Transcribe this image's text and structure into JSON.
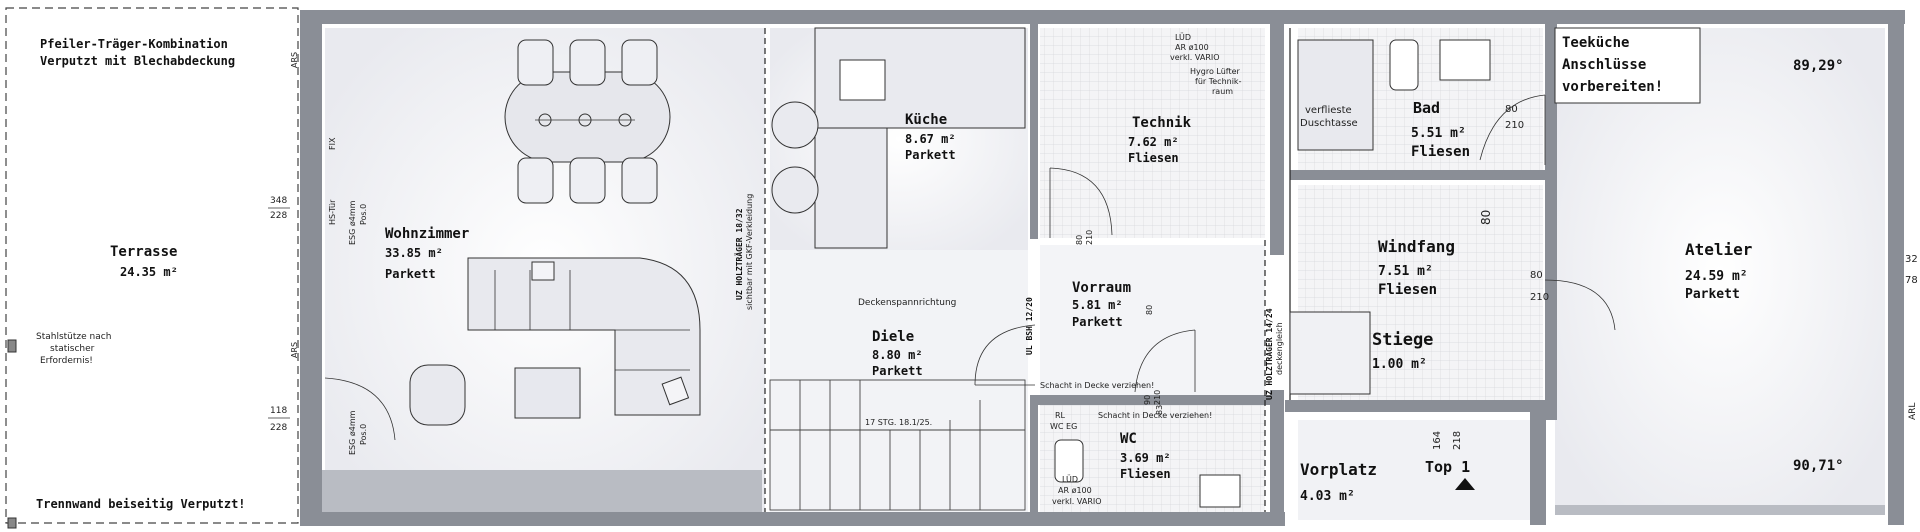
{
  "rooms": {
    "terrasse": {
      "name": "Terrasse",
      "area": "24.35 m²"
    },
    "wohnzimmer": {
      "name": "Wohnzimmer",
      "area": "33.85 m²",
      "floor": "Parkett"
    },
    "kueche": {
      "name": "Küche",
      "area": "8.67 m²",
      "floor": "Parkett"
    },
    "technik": {
      "name": "Technik",
      "area": "7.62 m²",
      "floor": "Fliesen"
    },
    "bad": {
      "name": "Bad",
      "area": "5.51 m²",
      "floor": "Fliesen"
    },
    "windfang": {
      "name": "Windfang",
      "area": "7.51 m²",
      "floor": "Fliesen"
    },
    "atelier": {
      "name": "Atelier",
      "area": "24.59 m²",
      "floor": "Parkett"
    },
    "vorraum": {
      "name": "Vorraum",
      "area": "5.81 m²",
      "floor": "Parkett"
    },
    "diele": {
      "name": "Diele",
      "area": "8.80 m²",
      "floor": "Parkett"
    },
    "stiege": {
      "name": "Stiege",
      "area": "1.00 m²"
    },
    "wc": {
      "name": "WC",
      "area": "3.69 m²",
      "floor": "Fliesen"
    },
    "vorplatz": {
      "name": "Vorplatz",
      "area": "4.03 m²"
    }
  },
  "notes": {
    "pfeiler_1": "Pfeiler-Träger-Kombination",
    "pfeiler_2": "Verputzt mit Blechabdeckung",
    "stahl_1": "Stahlstütze nach",
    "stahl_2": "statischer",
    "stahl_3": "Erfordernis!",
    "trennwand": "Trennwand beiseitig Verputzt!",
    "teekueche_1": "Teeküche",
    "teekueche_2": "Anschlüsse",
    "teekueche_3": "vorbereiten!",
    "decken": "Deckenspannrichtung",
    "schacht_1": "Schacht in Decke verziehen!",
    "schacht_2": "Schacht in Decke verziehen!",
    "stg": "17 STG. 18.1/25.",
    "top": "Top 1",
    "lud_1": "LÜD",
    "lud_2": "AR ø100",
    "lud_3": "verkl. VARIO",
    "hygro_1": "Hygro Lüfter",
    "hygro_2": "für Technik-",
    "hygro_3": "raum",
    "dusch_1": "verflieste",
    "dusch_2": "Duschtasse",
    "wc_rl": "RL",
    "wc_eg": "WC EG",
    "wc_lud_1": "LÜD",
    "wc_lud_2": "AR ø100",
    "wc_lud_3": "verkl. VARIO",
    "uz1": "UZ HOLZTRÄGER 18/32",
    "uz1b": "sichtbar mit GKF-Verkleidung",
    "uz2": "UZ HOLZTRÄGER 14/24",
    "uz2b": "deckengleich",
    "ul": "UL BSH 12/20",
    "angle1": "89,29°",
    "angle2": "90,71°",
    "ars1": "ARS",
    "ars2": "ARS",
    "fix": "FIX",
    "hs": "HS-Tür",
    "esg1": "ESG ø4mm",
    "esg1b": "Pos.0",
    "esg2": "ESG ø4mm",
    "esg2b": "Pos.0",
    "arl": "ARL"
  },
  "dims": {
    "d348": "348",
    "d228a": "228",
    "d118": "118",
    "d228b": "228",
    "d80a": "80",
    "d210a": "210",
    "d80b": "80",
    "d80c": "80",
    "d210b": "210",
    "d164": "164",
    "d218": "218",
    "d80d": "80",
    "d210c": "210",
    "d32": "32",
    "d78": "78",
    "d90": "90",
    "d210d": "210",
    "d80e": "80",
    "d83": "83"
  }
}
